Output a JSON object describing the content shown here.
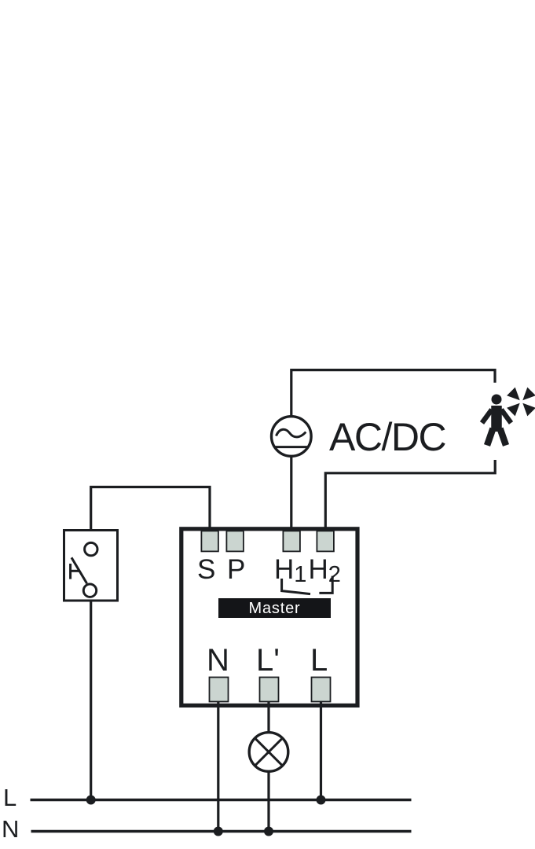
{
  "diagram": {
    "kind": "wiring-diagram",
    "device": {
      "label": "Master",
      "top_terminals": [
        {
          "name": "S",
          "label": "S",
          "sub": ""
        },
        {
          "name": "P",
          "label": "P",
          "sub": ""
        },
        {
          "name": "H1",
          "label": "H",
          "sub": "1"
        },
        {
          "name": "H2",
          "label": "H",
          "sub": "2"
        }
      ],
      "bottom_terminals": [
        {
          "name": "N",
          "label": "N"
        },
        {
          "name": "L-switched",
          "label": "L'"
        },
        {
          "name": "L",
          "label": "L"
        }
      ]
    },
    "source_label": "AC/DC",
    "mains": {
      "line_label": "L",
      "neutral_label": "N"
    },
    "symbols": [
      "push-button-switch-icon",
      "ac-dc-source-icon",
      "relay-contact-icon",
      "lamp-icon",
      "person-icon",
      "fan-star-icon"
    ],
    "colors": {
      "line": "#1b1d20",
      "terminal_fill": "#cbd5d0",
      "label_bg": "#141518",
      "label_text": "#ffffff",
      "background": "#ffffff"
    }
  }
}
